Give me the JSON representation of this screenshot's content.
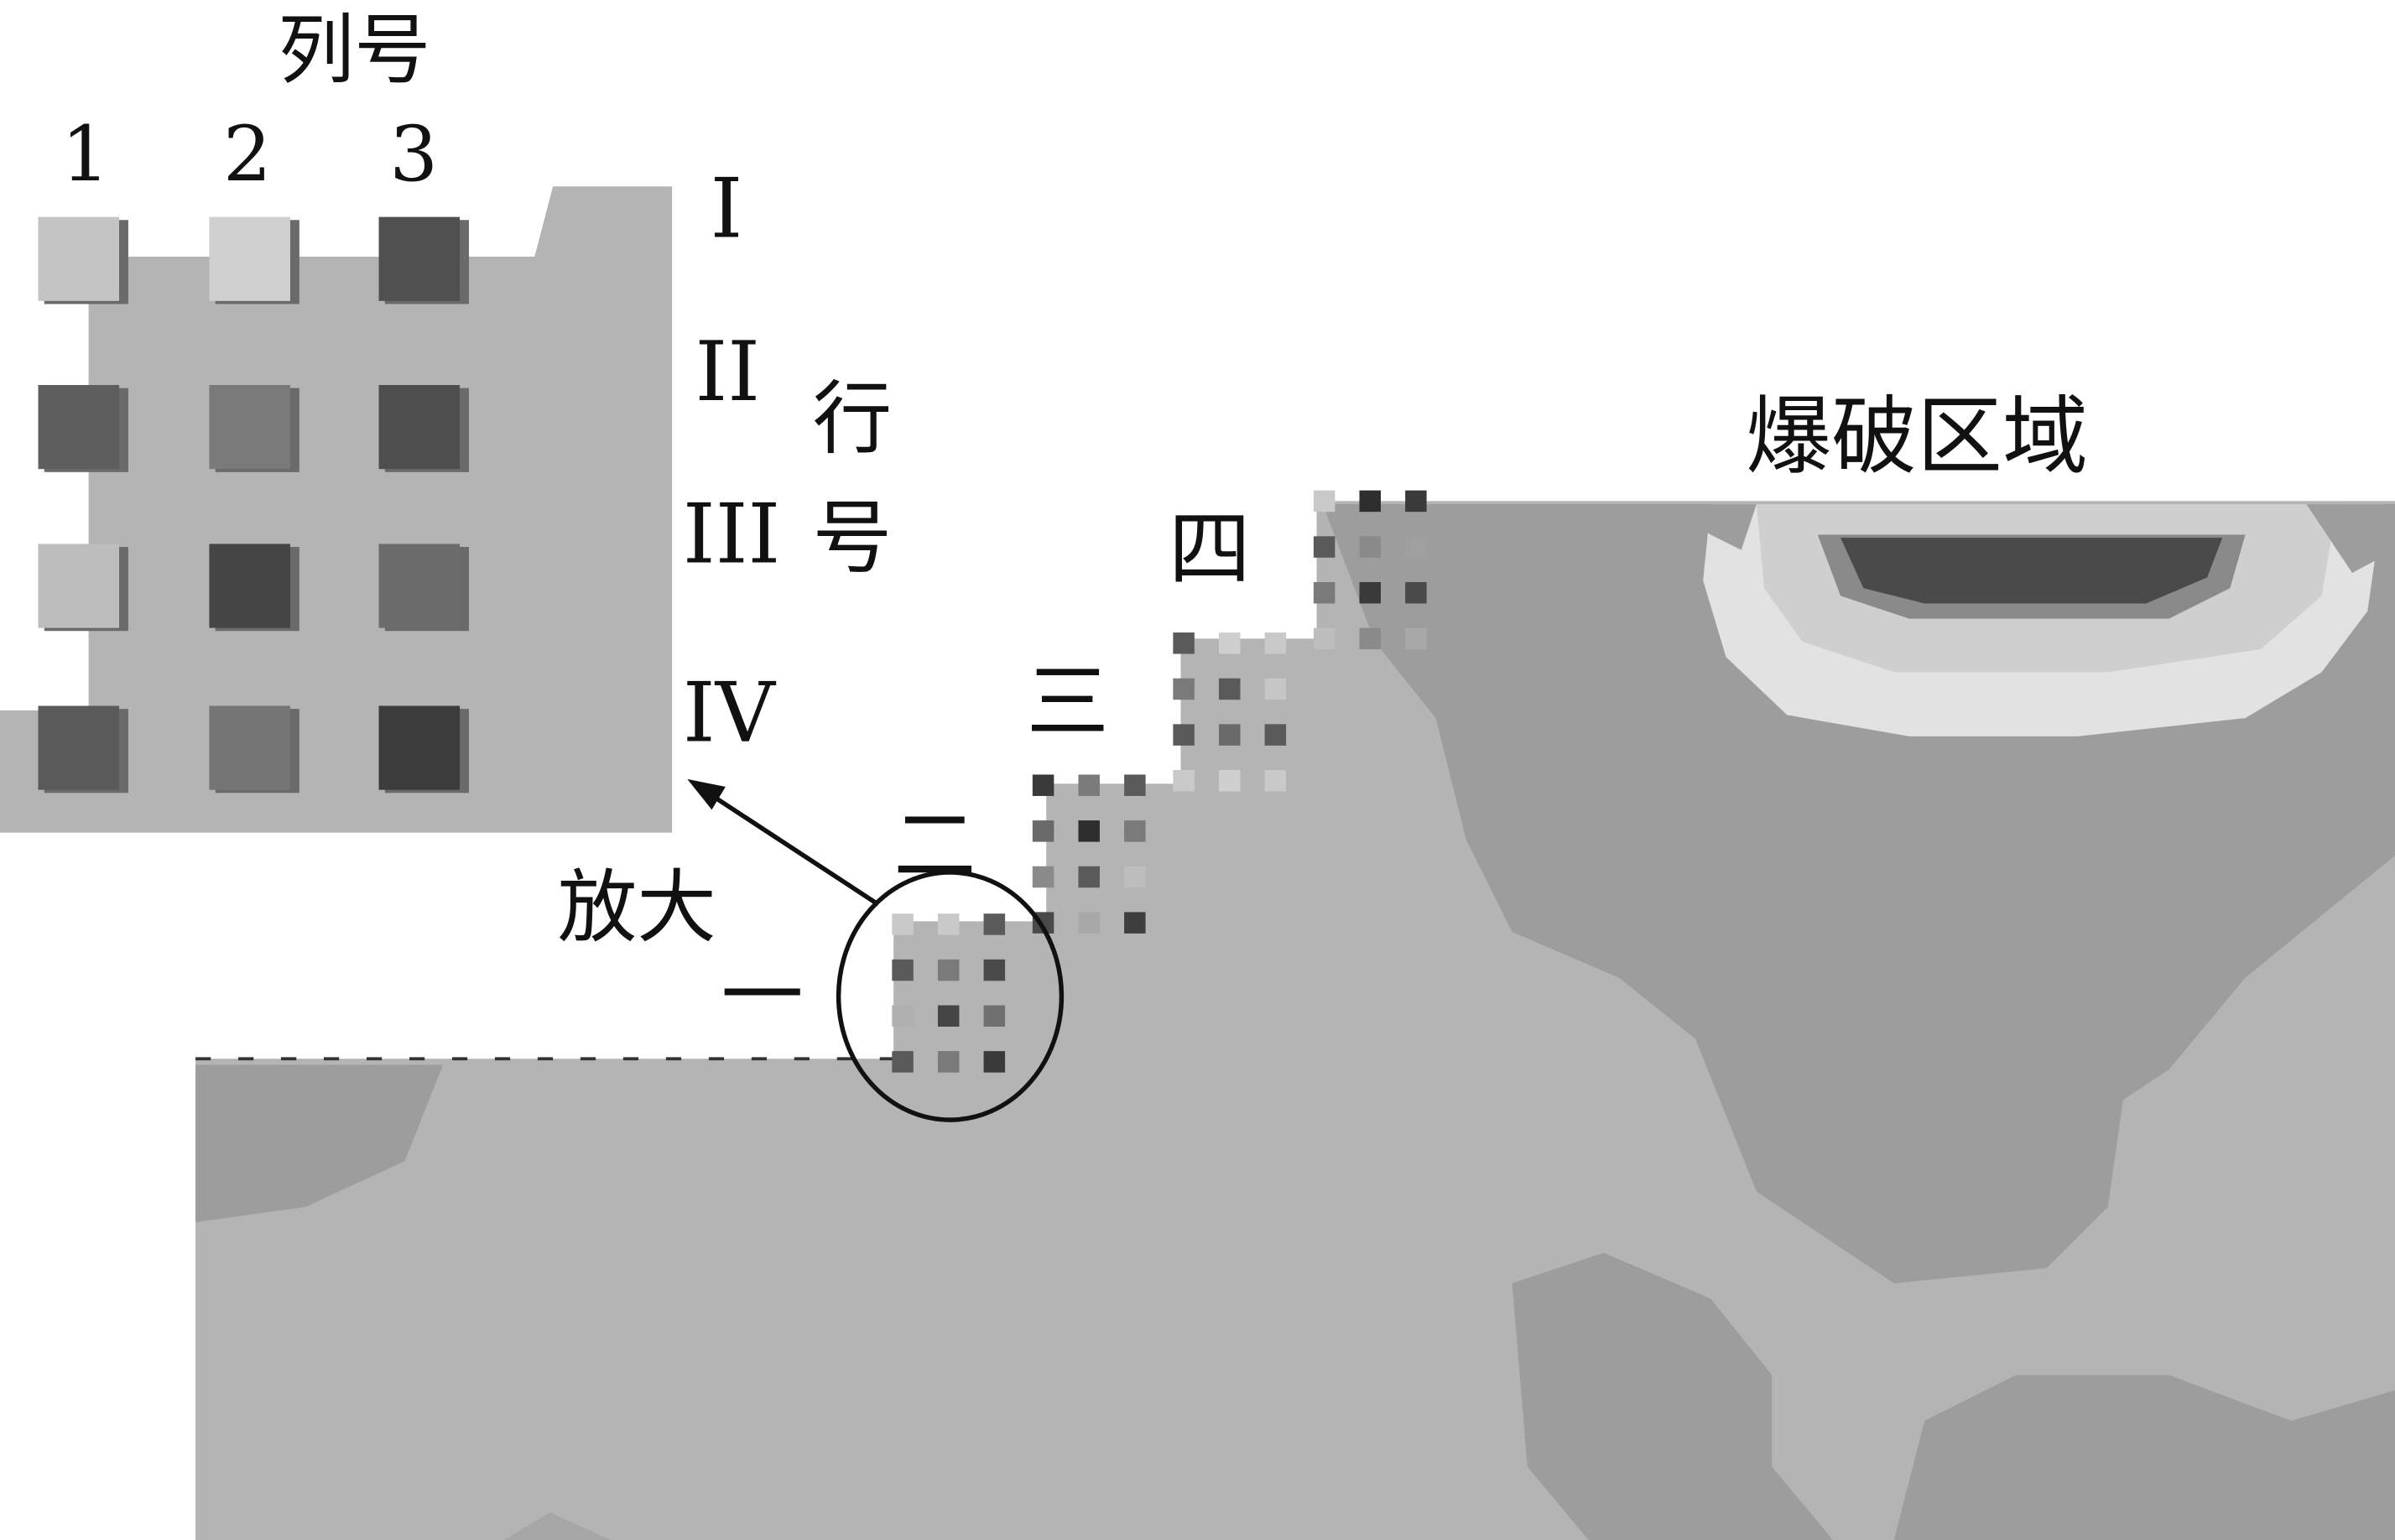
{
  "labels": {
    "column_title": "列号",
    "column_numbers": [
      "1",
      "2",
      "3"
    ],
    "row_numerals": [
      "I",
      "II",
      "III",
      "IV"
    ],
    "row_title_1": "行",
    "row_title_2": "号",
    "zoom": "放大",
    "blast_zone": "爆破区域",
    "benches": [
      "一",
      "二",
      "三",
      "四"
    ]
  },
  "colors": {
    "background": "#ffffff",
    "rock_light": "#b4b4b4",
    "rock_mid": "#9d9d9d",
    "blast_core": "#4a4a4a",
    "blast_ring": "#8a8a8a",
    "blast_halo": "#e2e2e2",
    "outline": "#111111"
  },
  "inset_blocks": [
    [
      "#c4c4c4",
      "#d0d0d0",
      "#505050"
    ],
    [
      "#5e5e5e",
      "#7a7a7a",
      "#4e4e4e"
    ],
    [
      "#bdbdbd",
      "#454545",
      "#6c6c6c"
    ],
    [
      "#5a5a5a",
      "#757575",
      "#3c3c3c"
    ]
  ],
  "bench_blocks": [
    [
      [
        "#c9c9c9",
        "#c9c9c9",
        "#5a5a5a"
      ],
      [
        "#5a5a5a",
        "#7a7a7a",
        "#4a4a4a"
      ],
      [
        "#b0b0b0",
        "#454545",
        "#707070"
      ],
      [
        "#5a5a5a",
        "#7a7a7a",
        "#3a3a3a"
      ]
    ],
    [
      [
        "#3a3a3a",
        "#7a7a7a",
        "#5a5a5a"
      ],
      [
        "#6a6a6a",
        "#2e2e2e",
        "#7a7a7a"
      ],
      [
        "#8a8a8a",
        "#5a5a5a",
        "#bdbdbd"
      ],
      [
        "#4a4a4a",
        "#a8a8a8",
        "#3e3e3e"
      ]
    ],
    [
      [
        "#5a5a5a",
        "#cfcfcf",
        "#c9c9c9"
      ],
      [
        "#7a7a7a",
        "#5a5a5a",
        "#c6c6c6"
      ],
      [
        "#5a5a5a",
        "#6a6a6a",
        "#5a5a5a"
      ],
      [
        "#c9c9c9",
        "#cfcfcf",
        "#c9c9c9"
      ]
    ],
    [
      [
        "#c9c9c9",
        "#2e2e2e",
        "#3a3a3a"
      ],
      [
        "#5a5a5a",
        "#8a8a8a",
        "#a0a0a0"
      ],
      [
        "#7a7a7a",
        "#3a3a3a",
        "#4a4a4a"
      ],
      [
        "#bdbdbd",
        "#8a8a8a",
        "#a8a8a8"
      ]
    ]
  ]
}
